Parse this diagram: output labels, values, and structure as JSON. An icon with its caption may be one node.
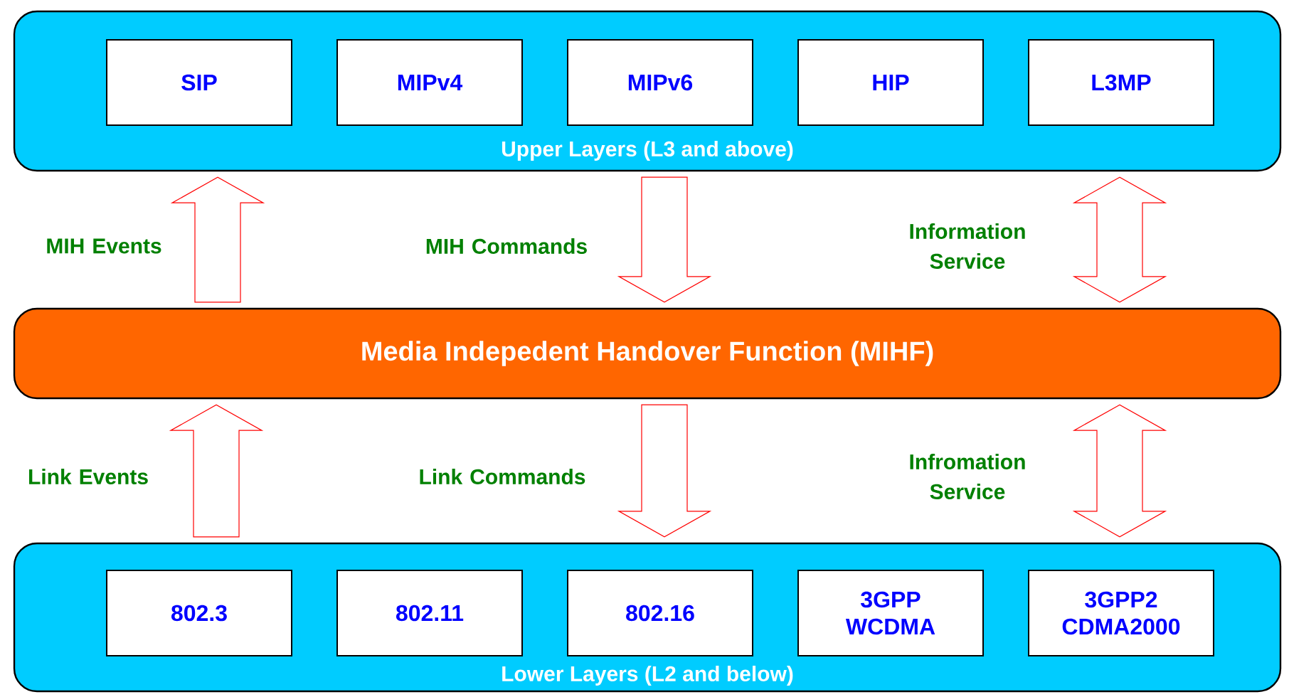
{
  "diagram": {
    "nodes": [
      {
        "text": [
          "Upper Layers (L3 and above)"
        ]
      },
      {
        "text": [
          "SIP"
        ],
        "in": 0
      },
      {
        "text": [
          "MIPv4"
        ],
        "in": 0
      },
      {
        "text": [
          "MIPv6"
        ],
        "in": 0
      },
      {
        "text": [
          "HIP"
        ],
        "in": 0
      },
      {
        "text": [
          "L3MP"
        ],
        "in": 0
      },
      {
        "text": [
          "Media Indepedent Handover Function (MIHF)"
        ]
      },
      {
        "text": [
          "Lower Layers (L2 and below)"
        ]
      },
      {
        "text": [
          "802.3"
        ],
        "in": 7
      },
      {
        "text": [
          "802.11"
        ],
        "in": 7
      },
      {
        "text": [
          "802.16"
        ],
        "in": 7
      },
      {
        "text": [
          "3GPP WCDMA"
        ],
        "in": 7
      },
      {
        "text": [
          "3GPP2 CDMA2000"
        ],
        "in": 7
      }
    ],
    "edges": [
      {
        "from": 6,
        "to": 0,
        "arrow": "to",
        "label": "MIH Events"
      },
      {
        "from": 0,
        "to": 6,
        "arrow": "to",
        "label": "MIH Commands"
      },
      {
        "from": 0,
        "to": 6,
        "arrow": "both",
        "label": "Information Service"
      },
      {
        "from": 7,
        "to": 6,
        "arrow": "to",
        "label": "Link Events"
      },
      {
        "from": 6,
        "to": 7,
        "arrow": "to",
        "label": "Link Commands"
      },
      {
        "from": 6,
        "to": 7,
        "arrow": "both",
        "label": "Infromation Service"
      }
    ]
  }
}
